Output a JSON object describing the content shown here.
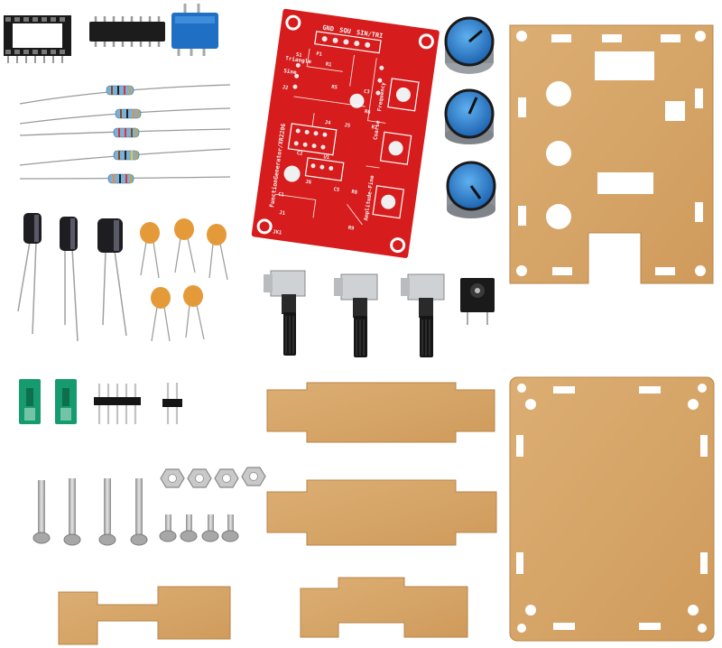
{
  "pcb": {
    "connector_labels": [
      "GND",
      "SQU",
      "SIN/TRI"
    ],
    "board_markings": [
      "FunctionGenerator/XR2206",
      "Amplitude-Fine",
      "Frequency",
      "Coarse",
      "Triangle",
      "Sine"
    ],
    "component_refs": [
      "P1",
      "R1",
      "R5",
      "R6",
      "R7",
      "R8",
      "R9",
      "C1",
      "C2",
      "C3",
      "C5",
      "J1",
      "J2",
      "J4",
      "J5",
      "J6",
      "JK1",
      "U1",
      "S1"
    ]
  },
  "colors": {
    "pcb_red": "#d61c1c",
    "acrylic": "#d8a86c",
    "knob_blue": "#2f86d6",
    "jumper_green": "#169b6e",
    "trimmer_blue": "#1f6fc4",
    "ic_black": "#1c1c1c",
    "capacitor_orange": "#e59a3a",
    "electrolytic_black": "#1e1e22",
    "metal": "#b8b8b8"
  },
  "icons": {
    "ic_socket": "ic-socket-icon",
    "ic_chip": "dip-ic-chip-icon",
    "trimmer": "trimmer-potentiometer-icon",
    "resistor": "resistor-icon",
    "electrolytic": "electrolytic-capacitor-icon",
    "ceramic": "ceramic-capacitor-icon",
    "potentiometer": "rotary-potentiometer-icon",
    "dc_jack": "dc-jack-icon",
    "knob": "knob-icon",
    "jumper": "jumper-cap-icon",
    "header": "pin-header-icon",
    "screw": "screw-icon",
    "nut": "hex-nut-icon"
  }
}
